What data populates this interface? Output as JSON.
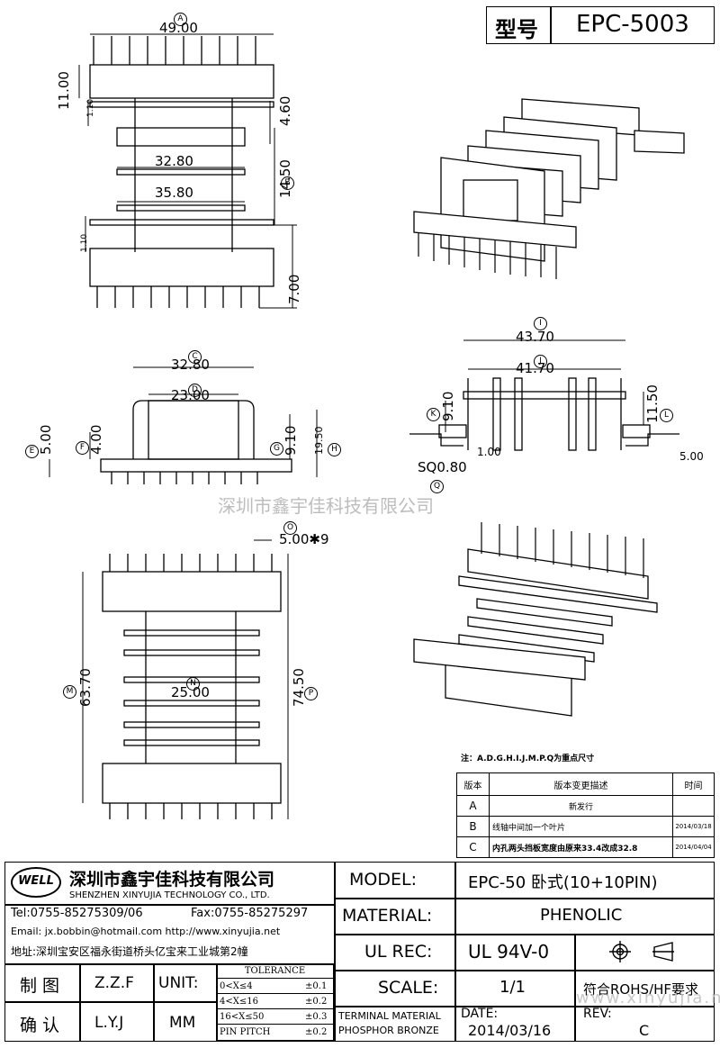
{
  "header": {
    "model_label": "型号",
    "model_value": "EPC-5003"
  },
  "dims": {
    "a": "49.00",
    "h11": "11.00",
    "t110a": "1.10",
    "d460": "4.60",
    "d3280a": "32.80",
    "d1450": "14.50",
    "d3580": "35.80",
    "t110b": "1.10",
    "d700": "7.00",
    "d3280b": "32.80",
    "d2300": "23.00",
    "d500": "5.00",
    "d400": "4.00",
    "d910a": "9.10",
    "d1950": "19.50",
    "d4370": "43.70",
    "d4170": "41.70",
    "d910b": "9.10",
    "d1150": "11.50",
    "d100": "1.00",
    "sq": "SQ0.80",
    "d500b": "5.00",
    "d500x9": "5.00✱9",
    "d6370": "63.70",
    "d2500": "25.00",
    "d7450": "74.50"
  },
  "markers": {
    "A": "A",
    "B": "B",
    "C": "C",
    "D": "D",
    "E": "E",
    "F": "F",
    "G": "G",
    "H": "H",
    "I": "I",
    "J": "J",
    "K": "K",
    "L": "L",
    "M": "M",
    "N": "N",
    "O": "O",
    "P": "P",
    "Q": "Q"
  },
  "watermark": "深圳市鑫宇佳科技有限公司",
  "note": "注：A.D.G.H.I.J.M.P.Q为重点尺寸",
  "revisions": {
    "headers": [
      "版本",
      "版本变更描述",
      "时间"
    ],
    "rows": [
      {
        "ver": "A",
        "desc": "新发行",
        "date": ""
      },
      {
        "ver": "B",
        "desc": "线轴中间加一个叶片",
        "date": "2014/03/18"
      },
      {
        "ver": "C",
        "desc": "内孔两头挡板宽度由原来33.4改成32.8",
        "date": "2014/04/04"
      }
    ]
  },
  "company": {
    "logo": "WELL",
    "name_cn": "深圳市鑫宇佳科技有限公司",
    "name_en": "SHENZHEN XINYUJIA TECHNOLOGY CO., LTD.",
    "tel": "Tel:0755-85275309/06",
    "fax": "Fax:0755-85275297",
    "email": "Email: jx.bobbin@hotmail.com http://www.xinyujia.net",
    "address": "地址:深圳宝安区福永街道桥头亿宝来工业城第2幢"
  },
  "titleblock": {
    "model_label": "MODEL:",
    "model_value": "EPC-50 卧式(10+10PIN)",
    "material_label": "MATERIAL:",
    "material_value": "PHENOLIC",
    "ulrec_label": "UL REC:",
    "ulrec_value": "UL 94V-0",
    "scale_label": "SCALE:",
    "scale_value": "1/1",
    "rohs": "符合ROHS/HF要求",
    "terminal_label": "TERMINAL MATERIAL",
    "terminal_value": "PHOSPHOR BRONZE",
    "date_label": "DATE:",
    "date_value": "2014/03/16",
    "rev_label": "REV:",
    "rev_value": "C",
    "drawn_label": "制 图",
    "drawn_value": "Z.Z.F",
    "check_label": "确 认",
    "check_value": "L.Y.J",
    "unit_label": "UNIT:",
    "unit_value": "MM",
    "tolerance_label": "TOLERANCE",
    "tolerances": [
      {
        "range": "0<X≤4",
        "value": "±0.1"
      },
      {
        "range": "4<X≤16",
        "value": "±0.2"
      },
      {
        "range": "16<X≤50",
        "value": "±0.3"
      },
      {
        "range": "PIN PITCH",
        "value": "±0.2"
      }
    ]
  },
  "footer_watermark": "www.xinyujia.net"
}
